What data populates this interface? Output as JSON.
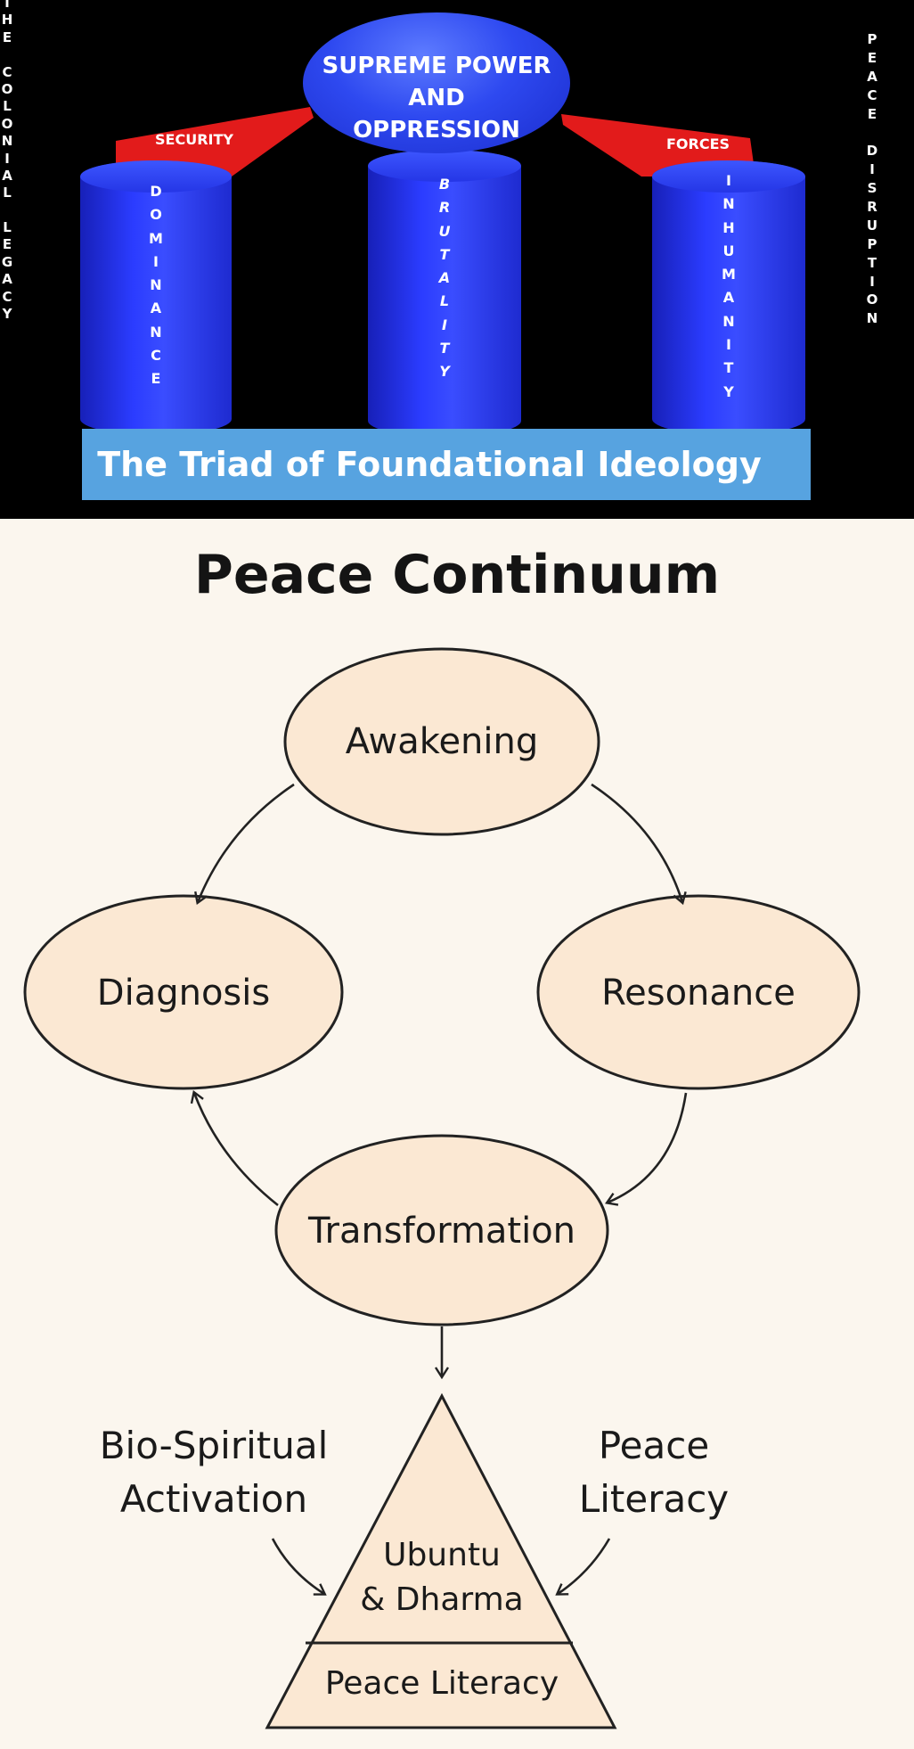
{
  "triad": {
    "left_vertical": "THE COLONIAL LEGACY",
    "right_vertical": "PEACE DISRUPTION",
    "cap_lines": [
      "SUPREME POWER",
      "AND",
      "OPPRESSION"
    ],
    "band_left": "SECURITY",
    "band_right": "FORCES",
    "pillars": [
      "DOMINANCE",
      "BRUTALITY",
      "INHUMANITY"
    ],
    "base_label": "The Triad of Foundational Ideology",
    "colors": {
      "pillar": "#2b3cff",
      "band": "#e21b1b",
      "base": "#57a3e0",
      "background": "#000000"
    }
  },
  "continuum": {
    "title": "Peace Continuum",
    "nodes": {
      "awakening": "Awakening",
      "diagnosis": "Diagnosis",
      "resonance": "Resonance",
      "transformation": "Transformation"
    },
    "left_label": [
      "Bio-Spiritual",
      "Activation"
    ],
    "right_label": [
      "Peace",
      "Literacy"
    ],
    "triangle_top": [
      "Ubuntu",
      "& Dharma"
    ],
    "triangle_bottom": "Peace Literacy",
    "colors": {
      "node_fill": "#fbe8d3",
      "stroke": "#222222",
      "background": "#fbf6ee"
    }
  }
}
